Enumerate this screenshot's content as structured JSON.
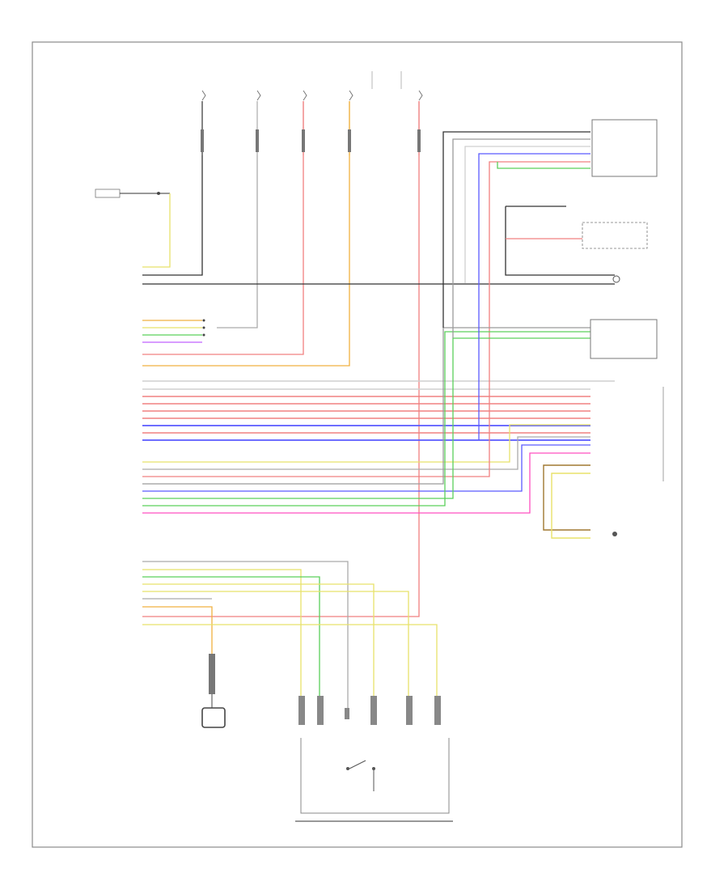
{
  "footer_code": "",
  "colors": {
    "frame": "#888888",
    "black": "#333333",
    "gray": "#9a9a9a",
    "white": "#cfcfcf",
    "yellow": "#e8e26a",
    "red": "#f08080",
    "orange": "#f0b040",
    "green": "#5ad05a",
    "blue": "#5a5aff",
    "violet": "#c060ff",
    "pink": "#ff4fc0",
    "brown": "#a07830"
  },
  "top_fuses": [
    {
      "caption": ""
    },
    {
      "caption": ""
    },
    {
      "caption": ""
    },
    {
      "caption": ""
    },
    {
      "caption": ""
    }
  ],
  "top_labels": {
    "left": "",
    "right": ""
  },
  "left_sections": [
    {
      "count": 3,
      "pins": [
        "",
        "",
        ""
      ]
    },
    {
      "count": 4,
      "pins": [
        "",
        "",
        "",
        ""
      ]
    },
    {
      "count": 2,
      "pins": [
        "",
        ""
      ]
    },
    {
      "count": 8,
      "pins": [
        "",
        "",
        "",
        "",
        "",
        "",
        "",
        ""
      ]
    },
    {
      "count": 7,
      "pins": [
        "",
        "",
        "",
        "",
        "",
        "",
        ""
      ]
    },
    {
      "count": 9,
      "pins": [
        "",
        "",
        "",
        "",
        "",
        "",
        "",
        "",
        ""
      ]
    }
  ],
  "module_label": "",
  "right_components": [
    {
      "label": ""
    },
    {
      "label": ""
    },
    {
      "label": ""
    },
    {
      "label": ""
    },
    {
      "label": ""
    }
  ],
  "switch_label": "",
  "ground_label": ""
}
